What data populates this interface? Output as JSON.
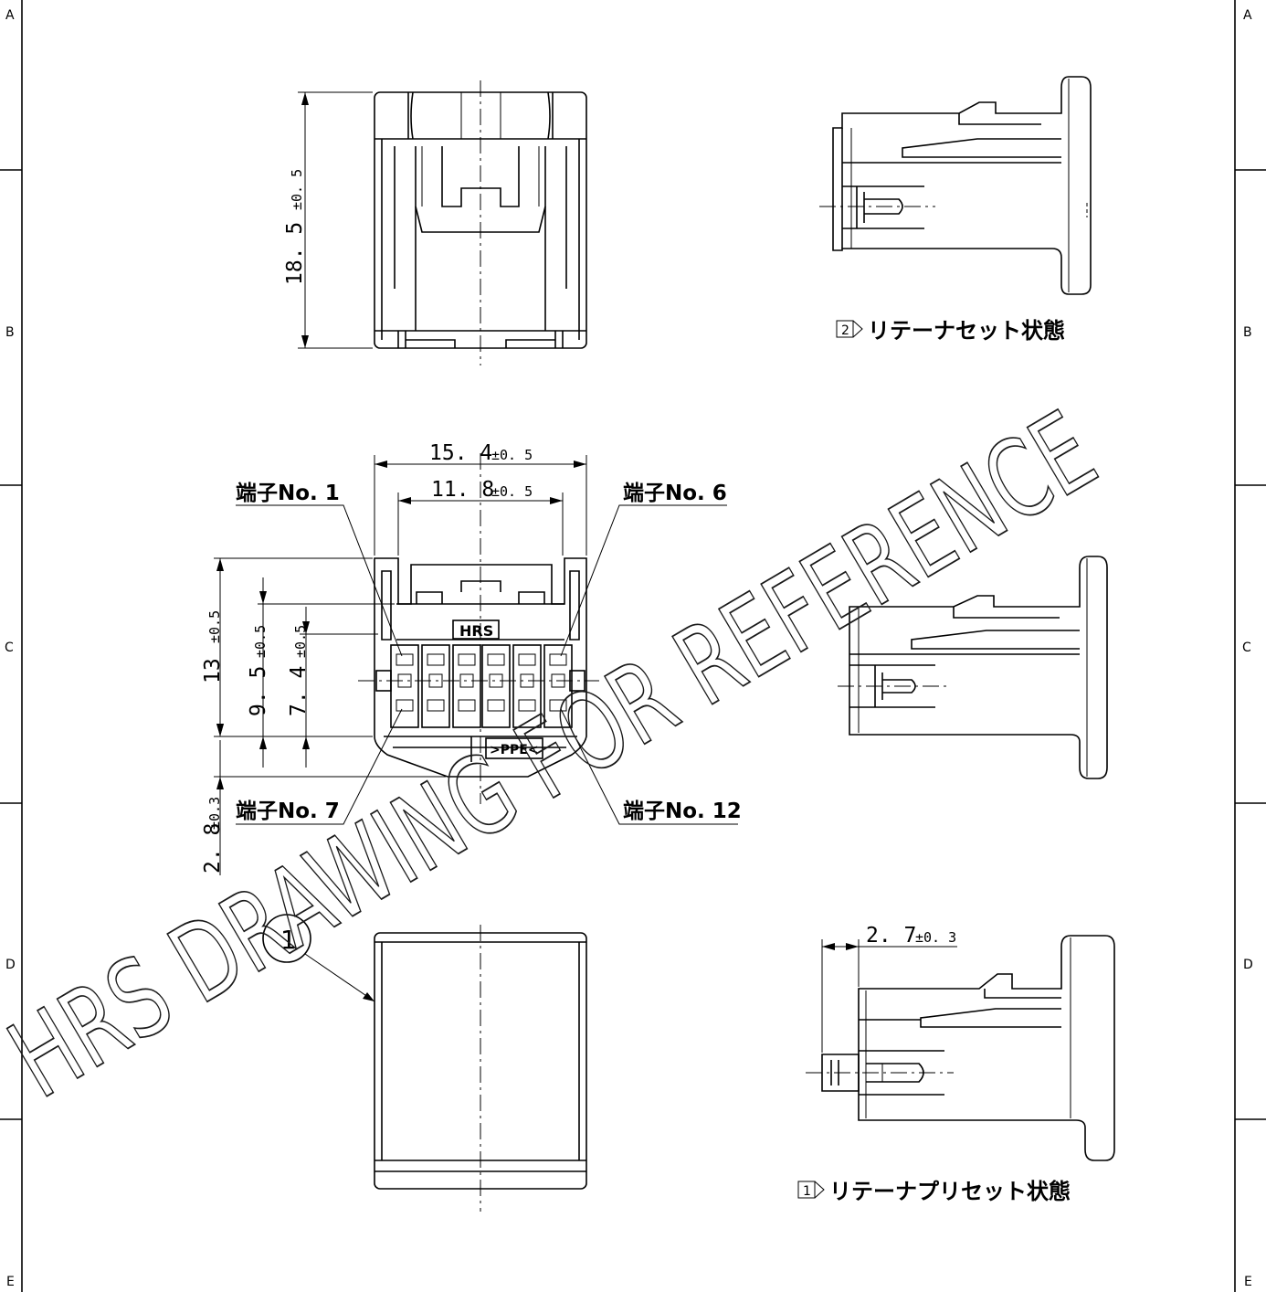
{
  "border": {
    "zones_left": [
      "A",
      "B",
      "C",
      "D",
      "E"
    ],
    "zones_right": [
      "A",
      "B",
      "C",
      "D",
      "E"
    ]
  },
  "dimensions": {
    "height_top_view": {
      "value": "18. 5",
      "tol": "±0. 5"
    },
    "width_outer": {
      "value": "15. 4",
      "tol": "±0. 5"
    },
    "width_inner": {
      "value": "11. 8",
      "tol": "±0. 5"
    },
    "height_13": {
      "value": "13",
      "tol": "±0.5"
    },
    "height_9_5": {
      "value": "9. 5",
      "tol": "±0.5"
    },
    "height_7_4": {
      "value": "7. 4",
      "tol": "±0.5"
    },
    "height_2_8": {
      "value": "2. 8",
      "tol": "±0.3"
    },
    "offset_2_7": {
      "value": "2. 7",
      "tol": "±0. 3"
    }
  },
  "terminal_labels": {
    "no1": "端子No. 1",
    "no6": "端子No. 6",
    "no7": "端子No. 7",
    "no12": "端子No. 12"
  },
  "part_markings": {
    "brand": "HRS",
    "material": ">PPE<"
  },
  "balloon": {
    "item": "1"
  },
  "captions": {
    "retainer_set": {
      "marker": "2",
      "text": "リテーナセット状態"
    },
    "retainer_preset": {
      "marker": "1",
      "text": "リテーナプリセット状態"
    }
  },
  "watermark": "HRS DRAWING FOR REFERENCE"
}
